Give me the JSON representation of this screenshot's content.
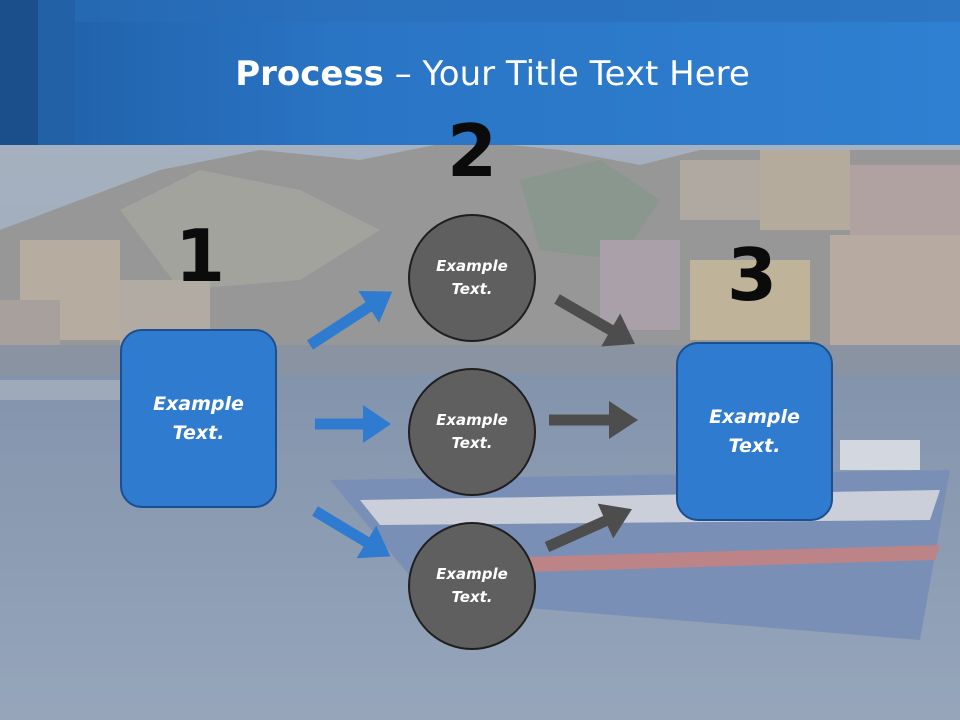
{
  "slide": {
    "title_bold": "Process",
    "title_rest": " – Your Title Text Here",
    "steps": {
      "one": "1",
      "two": "2",
      "three": "3"
    },
    "left_box": "Example\nText.",
    "right_box": "Example\nText.",
    "circles": [
      "Example\nText.",
      "Example\nText.",
      "Example\nText."
    ]
  },
  "colors": {
    "header": "#2f80d2",
    "box_fill": "#2f7bd0",
    "circle_fill": "#5f5f5f",
    "arrow_blue": "#2f7bd0",
    "arrow_gray": "#4d4d4d"
  }
}
